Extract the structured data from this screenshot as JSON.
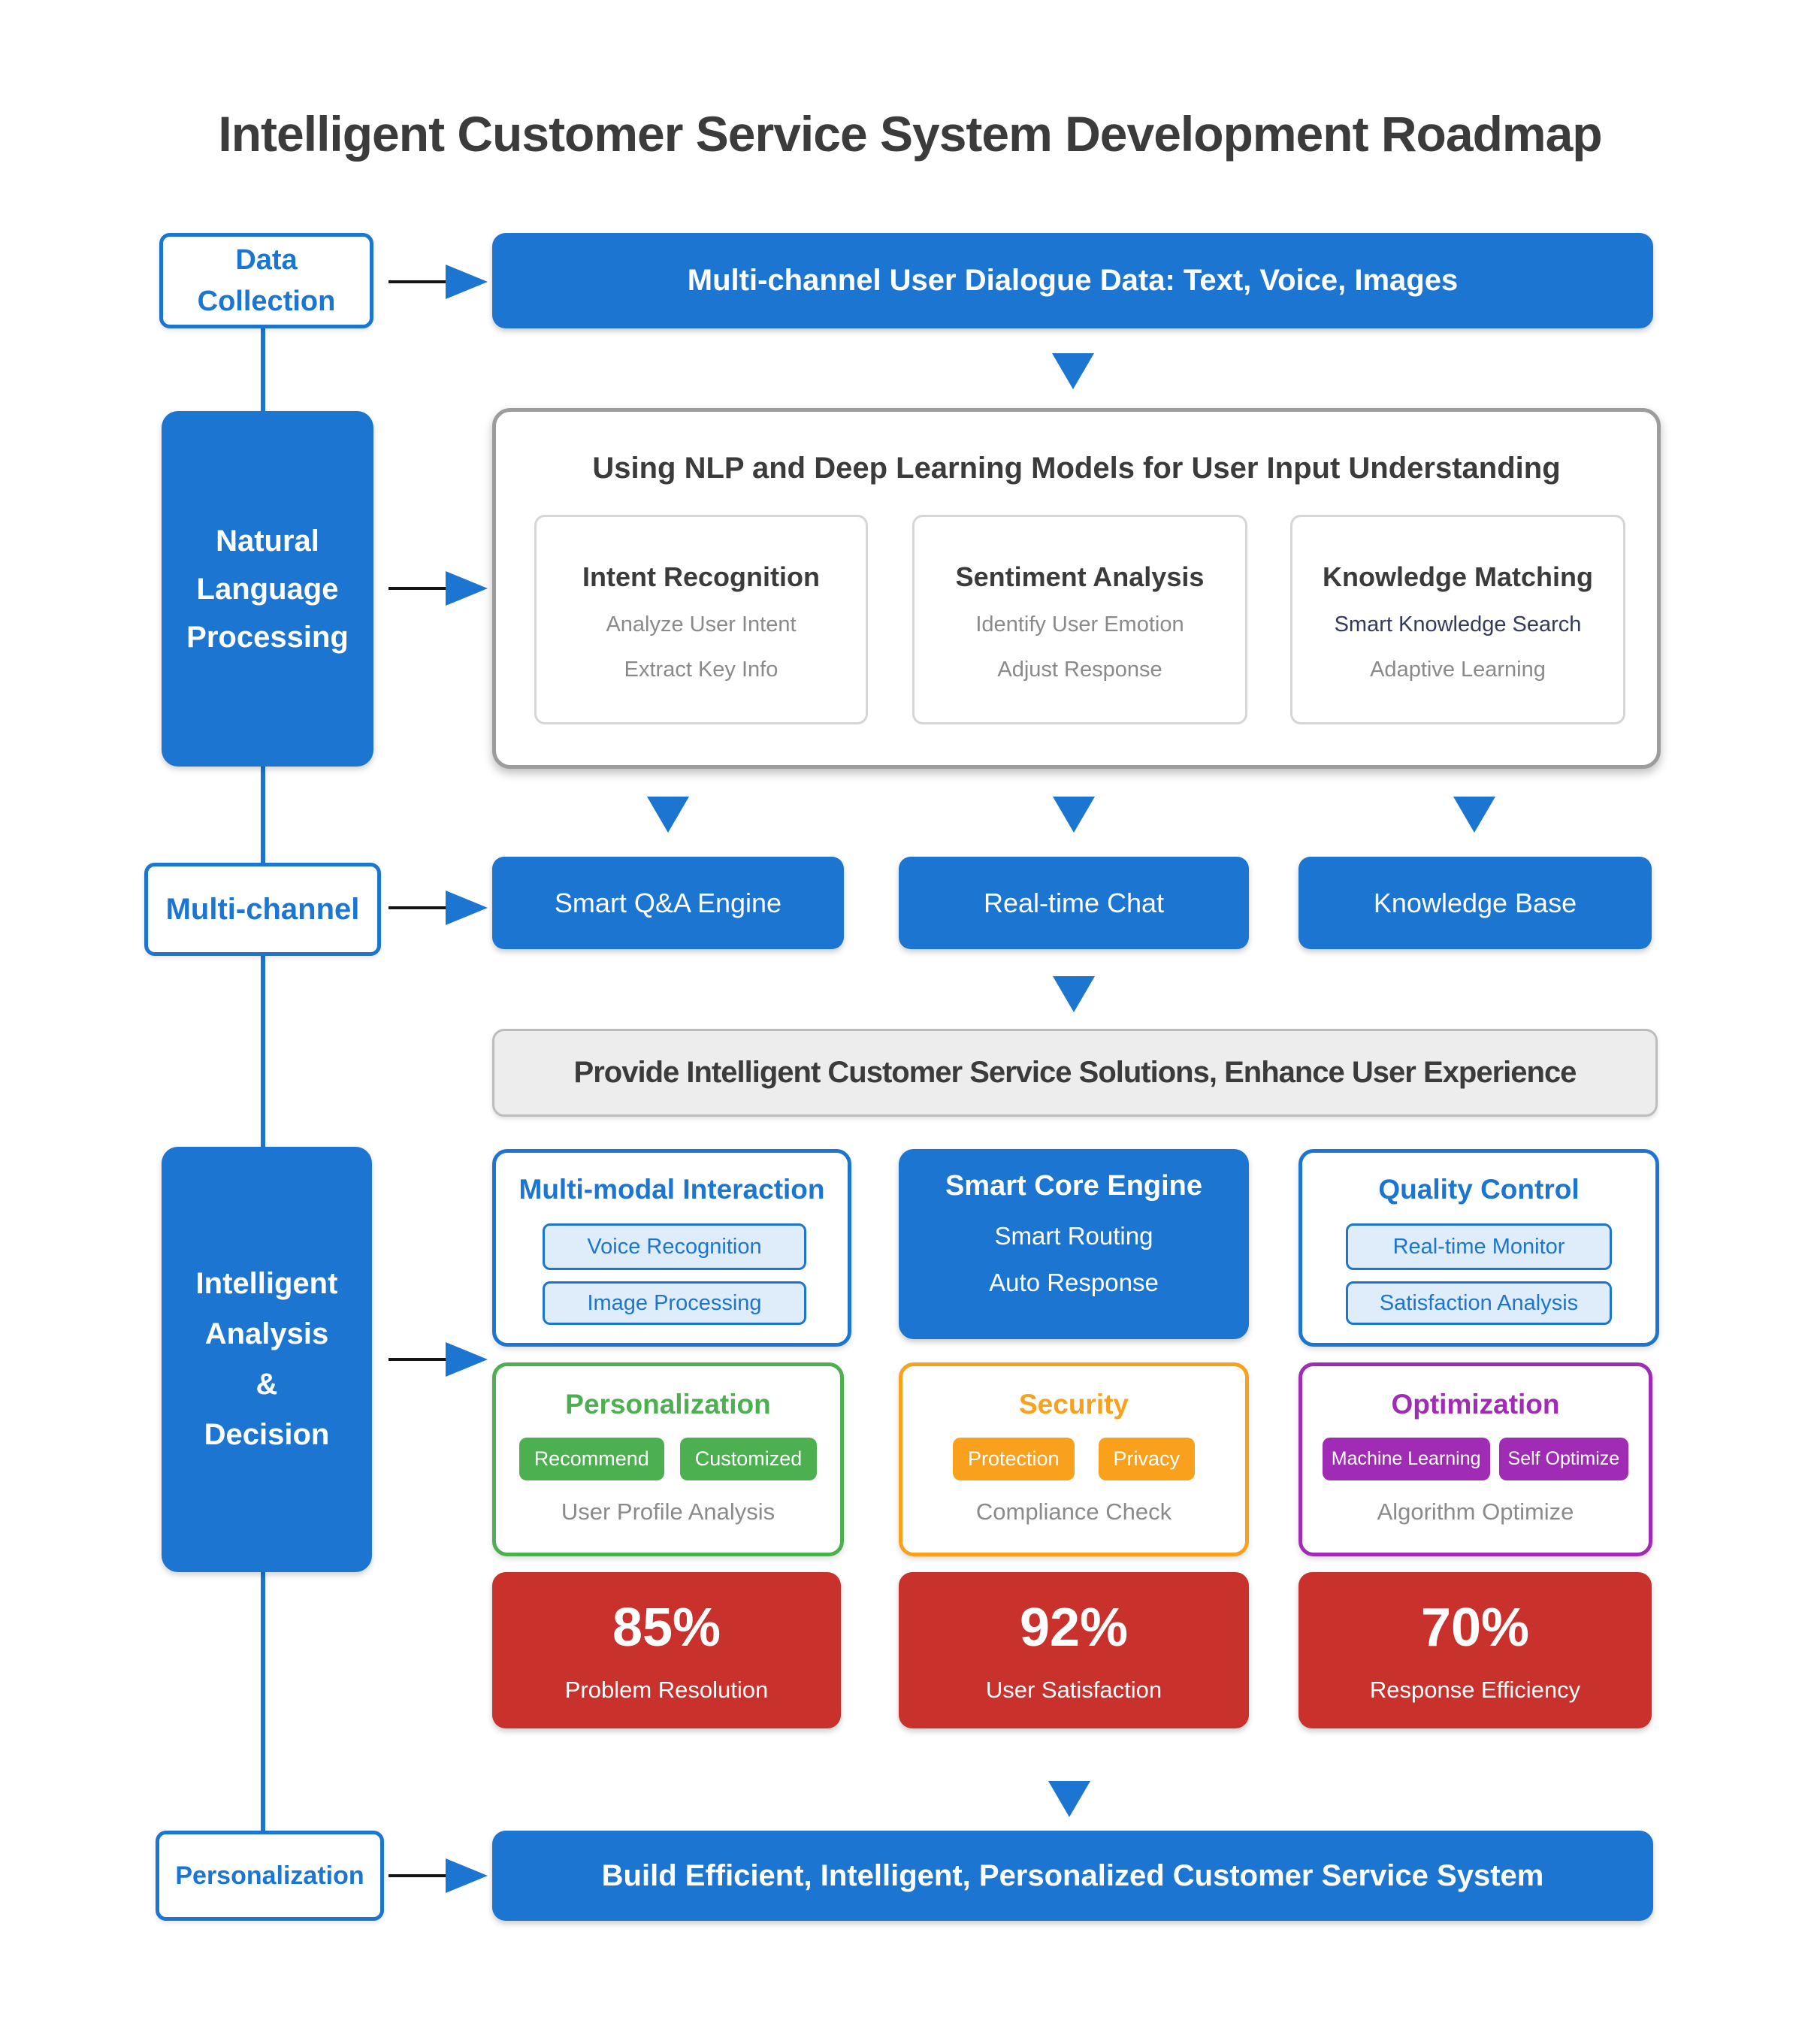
{
  "title": "Intelligent Customer Service System Development Roadmap",
  "colors": {
    "primary_blue": "#1B75D1",
    "light_blue_fill": "#DFEDFB",
    "navy_text": "#333A5E",
    "green": "#4CAF50",
    "orange": "#F9A11C",
    "purple": "#A02BB5",
    "red": "#C8312C",
    "gray_bar_bg": "#EDEDED",
    "gray_text": "#8A8A8A",
    "dark_text": "#3B3B3B"
  },
  "left_column": {
    "data_collection": {
      "line1": "Data",
      "line2": "Collection"
    },
    "nlp": {
      "line1": "Natural",
      "line2": "Language",
      "line3": "Processing"
    },
    "multi_channel": {
      "label": "Multi-channel"
    },
    "analysis": {
      "line1": "Intelligent",
      "line2": "Analysis",
      "line3": "&",
      "line4": "Decision"
    },
    "personalization": {
      "label": "Personalization"
    }
  },
  "top_bar": {
    "label": "Multi-channel User Dialogue Data: Text, Voice, Images"
  },
  "nlp_section": {
    "title": "Using NLP and Deep Learning Models for User Input Understanding",
    "cards": [
      {
        "title": "Intent Recognition",
        "line1": "Analyze User Intent",
        "line2": "Extract Key Info"
      },
      {
        "title": "Sentiment Analysis",
        "line1": "Identify User Emotion",
        "line2": "Adjust Response"
      },
      {
        "title": "Knowledge Matching",
        "line1": "Smart Knowledge Search",
        "line2": "Adaptive Learning"
      }
    ]
  },
  "channel_row": {
    "box1": "Smart Q&A Engine",
    "box2": "Real-time Chat",
    "box3": "Knowledge Base"
  },
  "solution_bar": {
    "label": "Provide Intelligent Customer Service Solutions, Enhance User Experience"
  },
  "capability_row": {
    "multimodal": {
      "title": "Multi-modal Interaction",
      "sub1": "Voice Recognition",
      "sub2": "Image Processing"
    },
    "core_engine": {
      "title": "Smart Core Engine",
      "line1": "Smart Routing",
      "line2": "Auto Response"
    },
    "quality": {
      "title": "Quality Control",
      "sub1": "Real-time Monitor",
      "sub2": "Satisfaction Analysis"
    }
  },
  "enhancement_row": {
    "personalization": {
      "title": "Personalization",
      "pill1": "Recommend",
      "pill2": "Customized",
      "note": "User Profile Analysis"
    },
    "security": {
      "title": "Security",
      "pill1": "Protection",
      "pill2": "Privacy",
      "note": "Compliance Check"
    },
    "optimization": {
      "title": "Optimization",
      "pill1": "Machine Learning",
      "pill2": "Self Optimize",
      "note": "Algorithm Optimize"
    }
  },
  "stats": [
    {
      "value": "85%",
      "label": "Problem Resolution"
    },
    {
      "value": "92%",
      "label": "User Satisfaction"
    },
    {
      "value": "70%",
      "label": "Response Efficiency"
    }
  ],
  "bottom_bar": {
    "label": "Build Efficient, Intelligent, Personalized Customer Service System"
  }
}
